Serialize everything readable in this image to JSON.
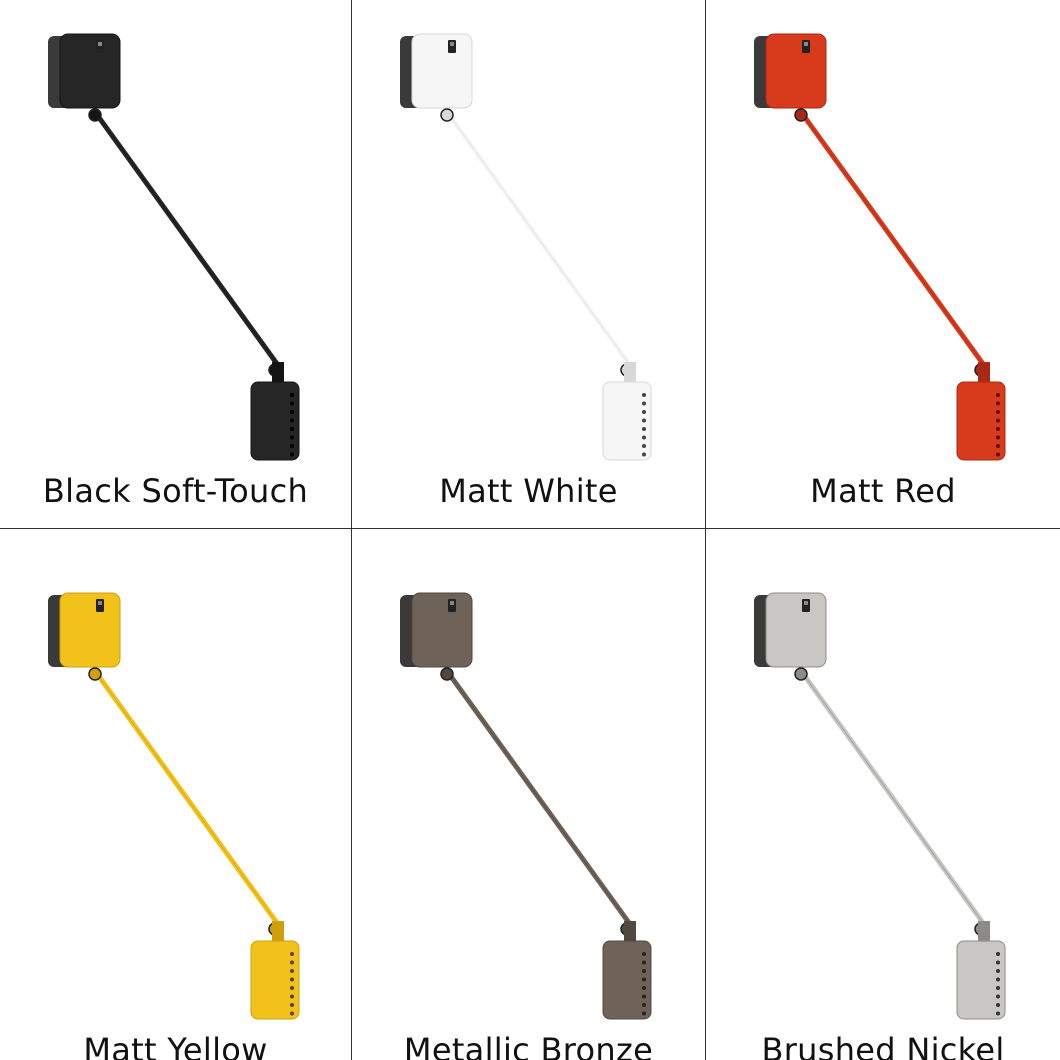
{
  "finishes": [
    {
      "label": "Black Soft-Touch",
      "color": "#262626",
      "shade": "#141414",
      "hole": "#000000"
    },
    {
      "label": "Matt White",
      "color": "#f6f6f6",
      "shade": "#d8d8d8",
      "hole": "#444444"
    },
    {
      "label": "Matt Red",
      "color": "#d83a1c",
      "shade": "#a82a14",
      "hole": "#5a1208"
    },
    {
      "label": "Matt Yellow",
      "color": "#f2c21a",
      "shade": "#d09f0c",
      "hole": "#5a4300"
    },
    {
      "label": "Metallic Bronze",
      "color": "#6e6259",
      "shade": "#52483f",
      "hole": "#2a241f"
    },
    {
      "label": "Brushed Nickel",
      "color": "#c9c7c4",
      "shade": "#8d8b88",
      "hole": "#333333"
    }
  ]
}
